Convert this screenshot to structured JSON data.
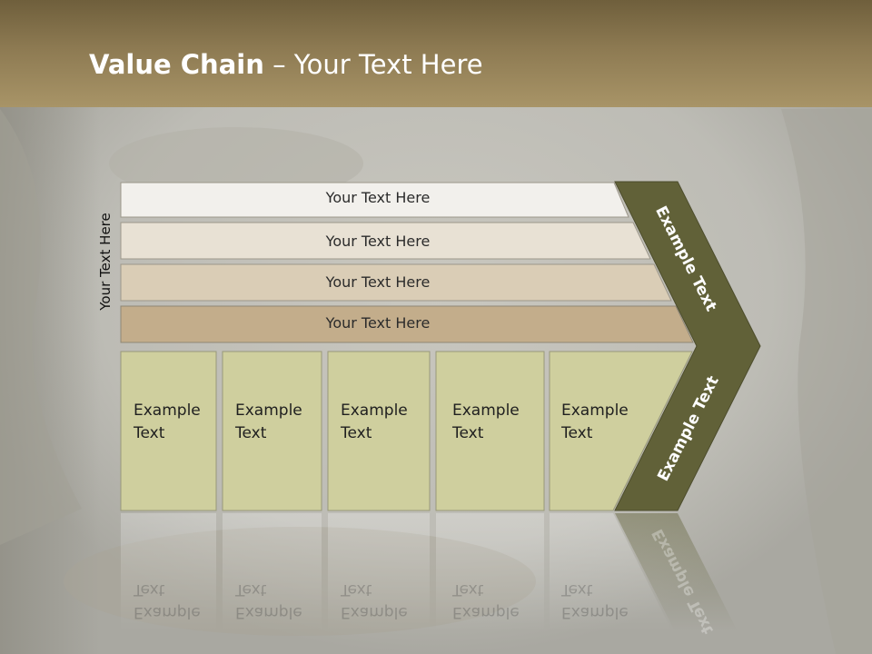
{
  "slide": {
    "title_bold": "Value Chain",
    "title_rest": " – Your Text Here",
    "vertical_label": "Your Text Here"
  },
  "bars": [
    {
      "label": "Your Text Here"
    },
    {
      "label": "Your Text Here"
    },
    {
      "label": "Your Text Here"
    },
    {
      "label": "Your Text Here"
    }
  ],
  "columns": [
    {
      "line1": "Example",
      "line2": "Text"
    },
    {
      "line1": "Example",
      "line2": "Text"
    },
    {
      "line1": "Example",
      "line2": "Text"
    },
    {
      "line1": "Example",
      "line2": "Text"
    },
    {
      "line1": "Example",
      "line2": "Text"
    }
  ],
  "chevron": {
    "upper_label": "Example Text",
    "lower_label": "Example Text"
  },
  "colors": {
    "header": "#8d7a52",
    "bar1": "#f2f0ec",
    "bar2": "#e8e1d4",
    "bar3": "#dacdb6",
    "bar4": "#c3ad8b",
    "column": "#cfcf9e",
    "chevron": "#616138"
  }
}
